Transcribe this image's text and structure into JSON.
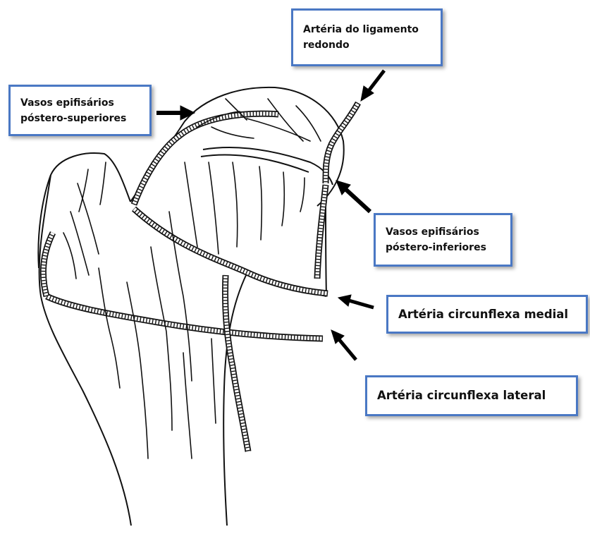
{
  "labels": {
    "ligamento": "Artéria do ligamento redondo",
    "superiores": "Vasos epifisários póstero-superiores",
    "inferiores": "Vasos epifisários póstero-inferiores",
    "medial": "Artéria circunflexa medial",
    "lateral": "Artéria circunflexa lateral"
  },
  "colors": {
    "box_border": "#4a78c4",
    "ink": "#111111",
    "background": "#ffffff"
  }
}
